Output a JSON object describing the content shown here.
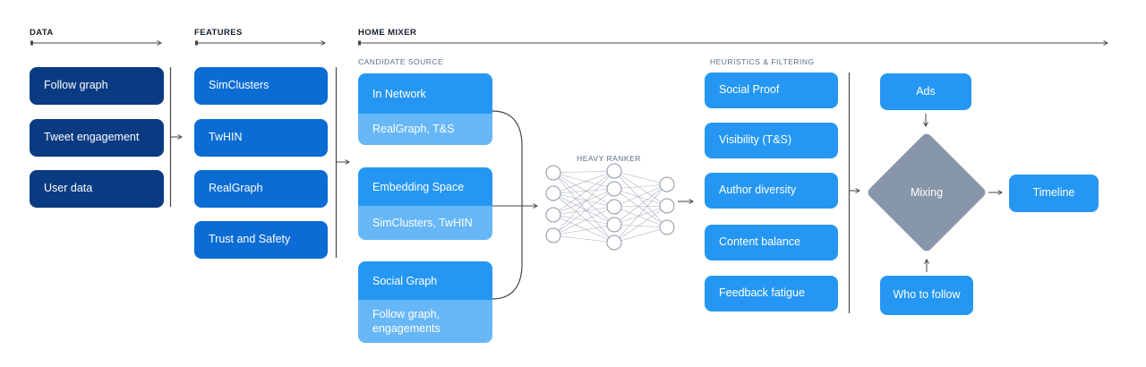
{
  "palette": {
    "navy": "#0a3a82",
    "medium_blue": "#0b6cd4",
    "bright_blue": "#2597f3",
    "light_blue": "#67b7f7",
    "diamond_gray": "#8797a9",
    "line": "#42464d",
    "header_text": "#15202b",
    "muted_label": "#5d6e7e"
  },
  "headers": {
    "data": "DATA",
    "features": "FEATURES",
    "home_mixer": "HOME MIXER"
  },
  "data_column": {
    "items": [
      "Follow graph",
      "Tweet engagement",
      "User data"
    ]
  },
  "features_column": {
    "items": [
      "SimClusters",
      "TwHIN",
      "RealGraph",
      "Trust and Safety"
    ]
  },
  "candidate_source": {
    "label": "CANDIDATE SOURCE",
    "groups": [
      {
        "title": "In Network",
        "subtitle": "RealGraph, T&S"
      },
      {
        "title": "Embedding Space",
        "subtitle": "SimClusters, TwHIN"
      },
      {
        "title": "Social Graph",
        "subtitle": "Follow graph, engagements"
      }
    ]
  },
  "heavy_ranker": {
    "label": "HEAVY RANKER"
  },
  "heuristics": {
    "label": "HEURISTICS & FILTERING",
    "items": [
      "Social Proof",
      "Visibility (T&S)",
      "Author diversity",
      "Content balance",
      "Feedback fatigue"
    ]
  },
  "mixer": {
    "ads": "Ads",
    "mixing": "Mixing",
    "who_to_follow": "Who to follow",
    "timeline": "Timeline"
  }
}
